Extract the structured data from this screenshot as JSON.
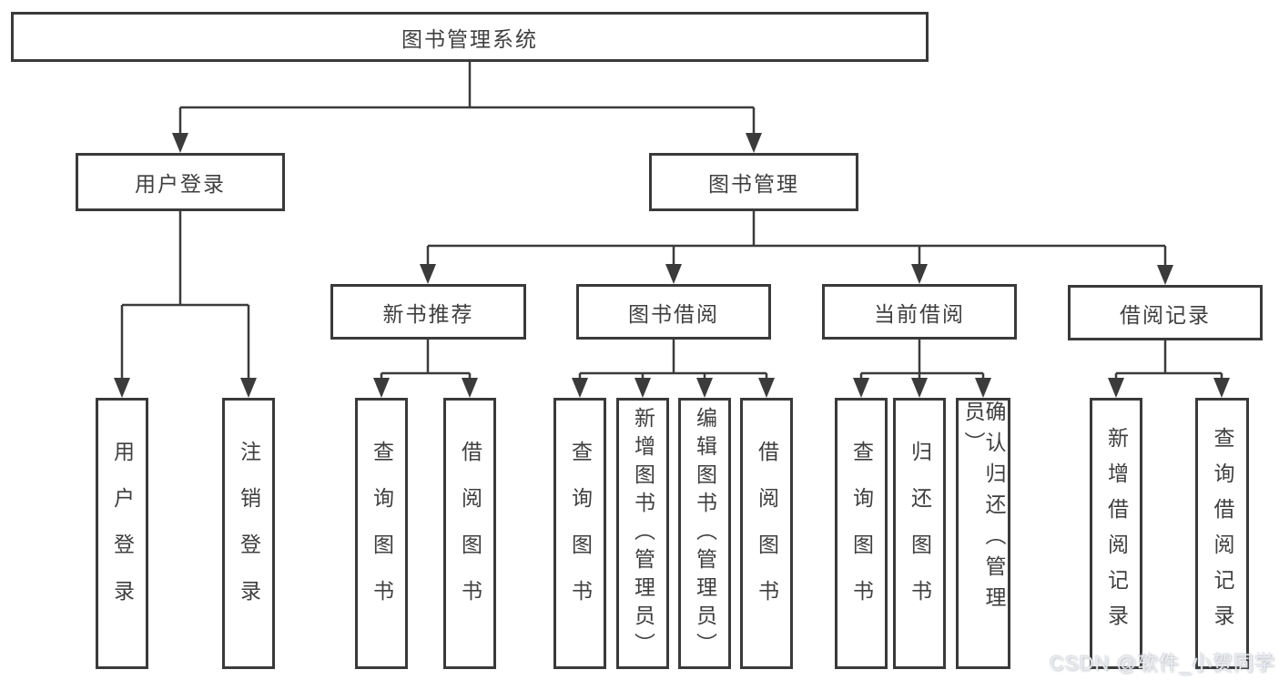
{
  "diagram": {
    "root": {
      "label": "图书管理系统"
    },
    "level2": [
      {
        "label": "用户登录"
      },
      {
        "label": "图书管理"
      }
    ],
    "level3": [
      {
        "label": "新书推荐"
      },
      {
        "label": "图书借阅"
      },
      {
        "label": "当前借阅"
      },
      {
        "label": "借阅记录"
      }
    ],
    "leaves": [
      {
        "label": "用户登录"
      },
      {
        "label": "注销登录"
      },
      {
        "label": "查询图书"
      },
      {
        "label": "借阅图书"
      },
      {
        "label": "查询图书"
      },
      {
        "label": "新增图书（管理员）"
      },
      {
        "label": "编辑图书（管理员）"
      },
      {
        "label": "借阅图书"
      },
      {
        "label": "查询图书"
      },
      {
        "label": "归还图书"
      },
      {
        "label": "确认归还（管理员）"
      },
      {
        "label": "新增借阅记录"
      },
      {
        "label": "查询借阅记录"
      }
    ],
    "colors": {
      "line": "#3b3b3b",
      "border": "#3a3a3a",
      "text": "#3f3f3f",
      "background": "#ffffff"
    },
    "watermark": "CSDN @软件_小贺同学"
  }
}
